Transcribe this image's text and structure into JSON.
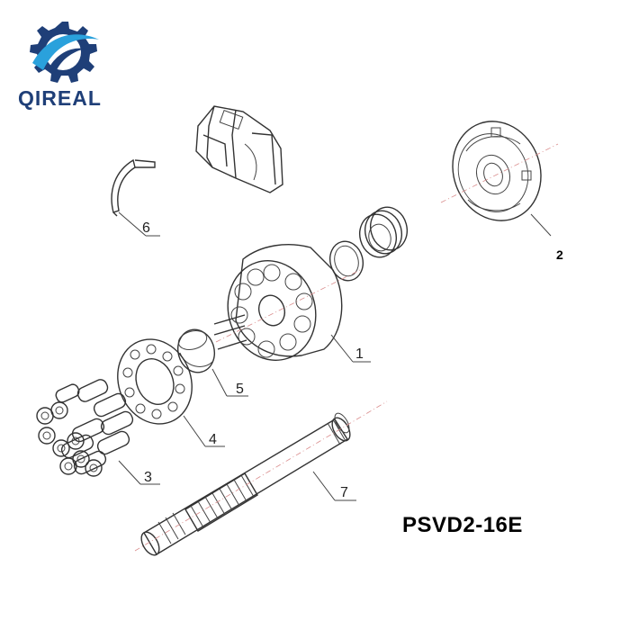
{
  "brand": {
    "name": "QIREAL",
    "color_primary": "#1f3f78",
    "color_accent": "#2aa1dc",
    "icon": "gear-logo-icon"
  },
  "model_label": "PSVD2-16E",
  "callouts": [
    {
      "number": "1"
    },
    {
      "number": "2"
    },
    {
      "number": "3"
    },
    {
      "number": "4"
    },
    {
      "number": "5"
    },
    {
      "number": "6"
    },
    {
      "number": "7"
    }
  ]
}
